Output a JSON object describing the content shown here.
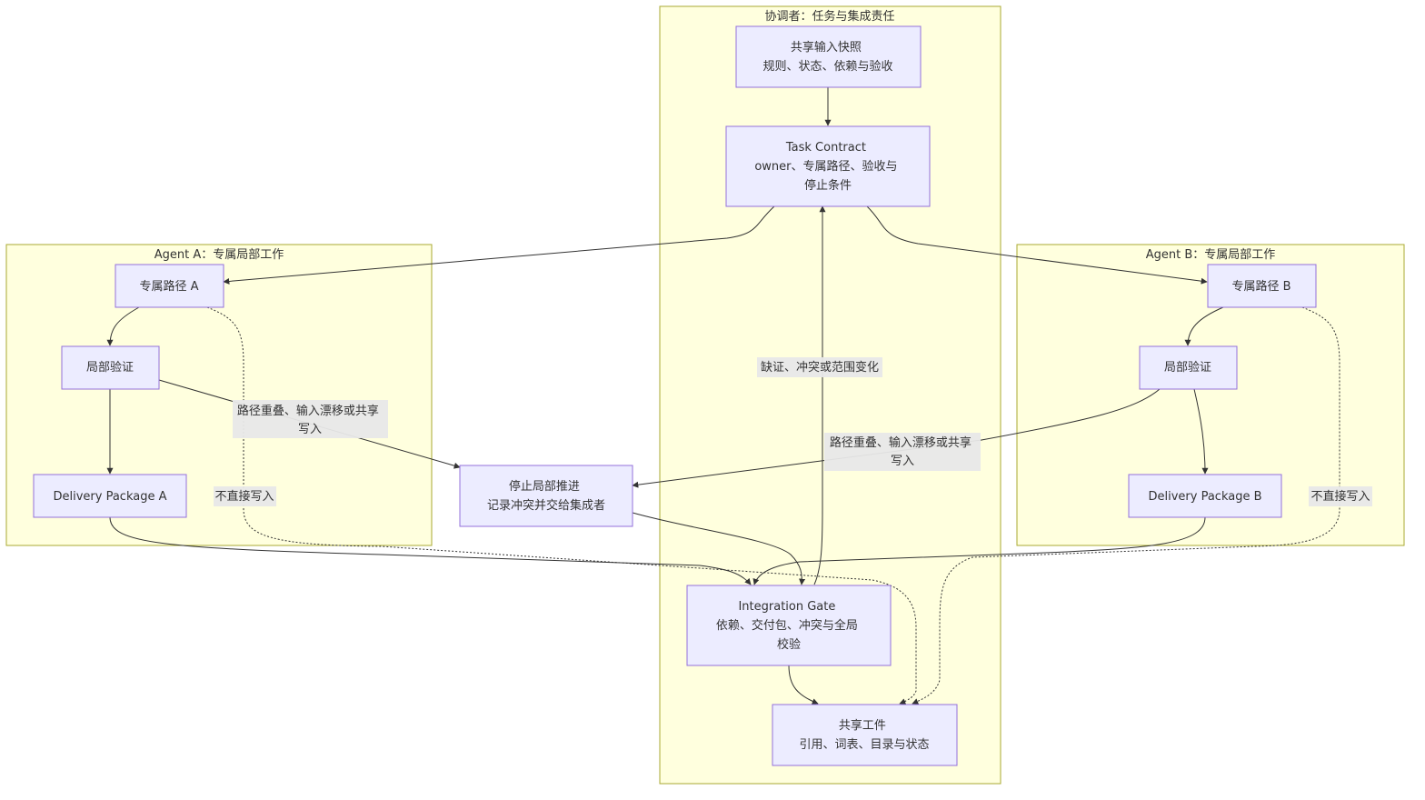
{
  "diagram": {
    "clusters": {
      "coordinator": {
        "title": "协调者：任务与集成责任"
      },
      "agent_a": {
        "title": "Agent A：专属局部工作"
      },
      "agent_b": {
        "title": "Agent B：专属局部工作"
      }
    },
    "nodes": {
      "snapshot": {
        "lines": [
          "共享输入快照",
          "规则、状态、依赖与验收"
        ]
      },
      "contract": {
        "lines": [
          "Task Contract",
          "owner、专属路径、验收与",
          "停止条件"
        ]
      },
      "path_a": {
        "lines": [
          "专属路径 A"
        ]
      },
      "verify_a": {
        "lines": [
          "局部验证"
        ]
      },
      "package_a": {
        "lines": [
          "Delivery Package A"
        ]
      },
      "stop": {
        "lines": [
          "停止局部推进",
          "记录冲突并交给集成者"
        ]
      },
      "path_b": {
        "lines": [
          "专属路径 B"
        ]
      },
      "verify_b": {
        "lines": [
          "局部验证"
        ]
      },
      "package_b": {
        "lines": [
          "Delivery Package B"
        ]
      },
      "gate": {
        "lines": [
          "Integration Gate",
          "依赖、交付包、冲突与全局",
          "校验"
        ]
      },
      "artifacts": {
        "lines": [
          "共享工件",
          "引用、词表、目录与状态"
        ]
      }
    },
    "edge_labels": {
      "overlap_a": [
        "路径重叠、输入漂移或共享",
        "写入"
      ],
      "overlap_b": [
        "路径重叠、输入漂移或共享",
        "写入"
      ],
      "feedback": [
        "缺证、冲突或范围变化"
      ],
      "no_write_a": [
        "不直接写入"
      ],
      "no_write_b": [
        "不直接写入"
      ]
    }
  },
  "colors": {
    "cluster_fill": "#ffffde",
    "cluster_stroke": "#aaaa33",
    "node_fill": "#ececff",
    "node_stroke": "#9370db",
    "edge": "#333333",
    "label_bg": "#e8e8e8"
  }
}
